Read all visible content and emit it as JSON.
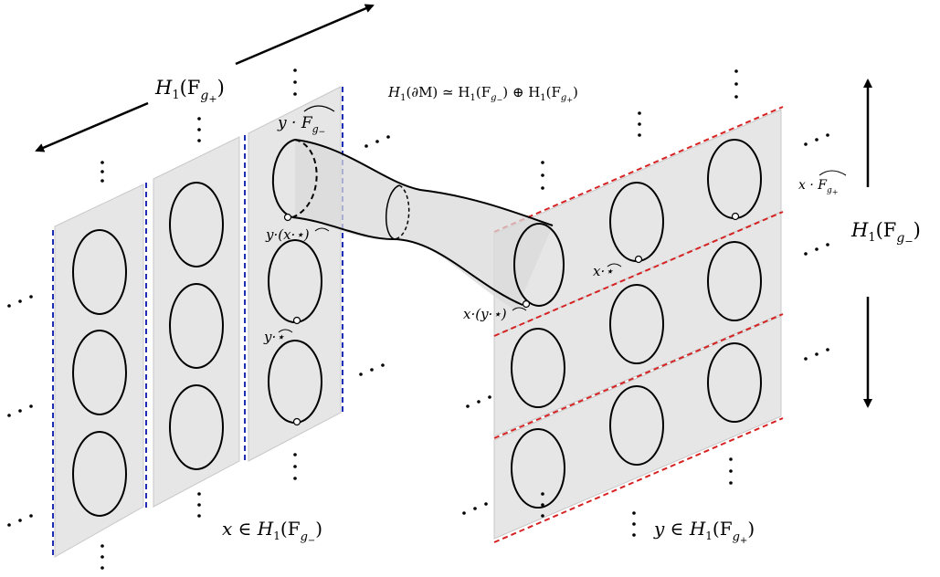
{
  "labels": {
    "h1_fgplus_var": "H",
    "h1_fgplus_sub": "1",
    "h1_fgplus_arg": "(F",
    "h1_fgplus_g": "g",
    "h1_fgplus_pm": "+",
    "h1_fgplus_close": ")",
    "h1_fgminus_var": "H",
    "h1_fgminus_sub": "1",
    "h1_fgminus_arg": "(F",
    "h1_fgminus_g": "g",
    "h1_fgminus_pm": "−",
    "h1_fgminus_close": ")",
    "boundary_formula": "H",
    "boundary_sub1": "1",
    "boundary_rest": "(∂M) ≃ H",
    "boundary_sub2": "1",
    "boundary_rest2": "(F",
    "boundary_g1": "g",
    "boundary_m": "−",
    "boundary_rest3": ") ⊕ H",
    "boundary_sub3": "1",
    "boundary_rest4": "(F",
    "boundary_g2": "g",
    "boundary_p": "+",
    "boundary_close": ")",
    "x_in": "x ∈ H",
    "x_in_sub": "1",
    "x_in_arg": "(F",
    "x_in_g": "g",
    "x_in_pm": "−",
    "x_in_close": ")",
    "y_in": "y ∈ H",
    "y_in_sub": "1",
    "y_in_arg": "(F",
    "y_in_g": "g",
    "y_in_pm": "+",
    "y_in_close": ")",
    "y_fhat": "y · F",
    "y_fhat_g": "g",
    "y_fhat_pm": "−",
    "x_fhat": "x · F",
    "x_fhat_g": "g",
    "x_fhat_pm": "+",
    "y_x_star": "y·(x·⋆)",
    "x_y_star": "x·(y·⋆)",
    "y_star": "y·⋆",
    "x_star": "x·⋆",
    "hat": "^",
    "dots3": "· · ·",
    "vdots": "⋮"
  },
  "colors": {
    "panel_fill": "#e6e6e6",
    "panel_stroke": "#c8c8c8",
    "blue_dash": "#1f2db5",
    "red_dash": "#d62222",
    "ink": "#000000"
  }
}
